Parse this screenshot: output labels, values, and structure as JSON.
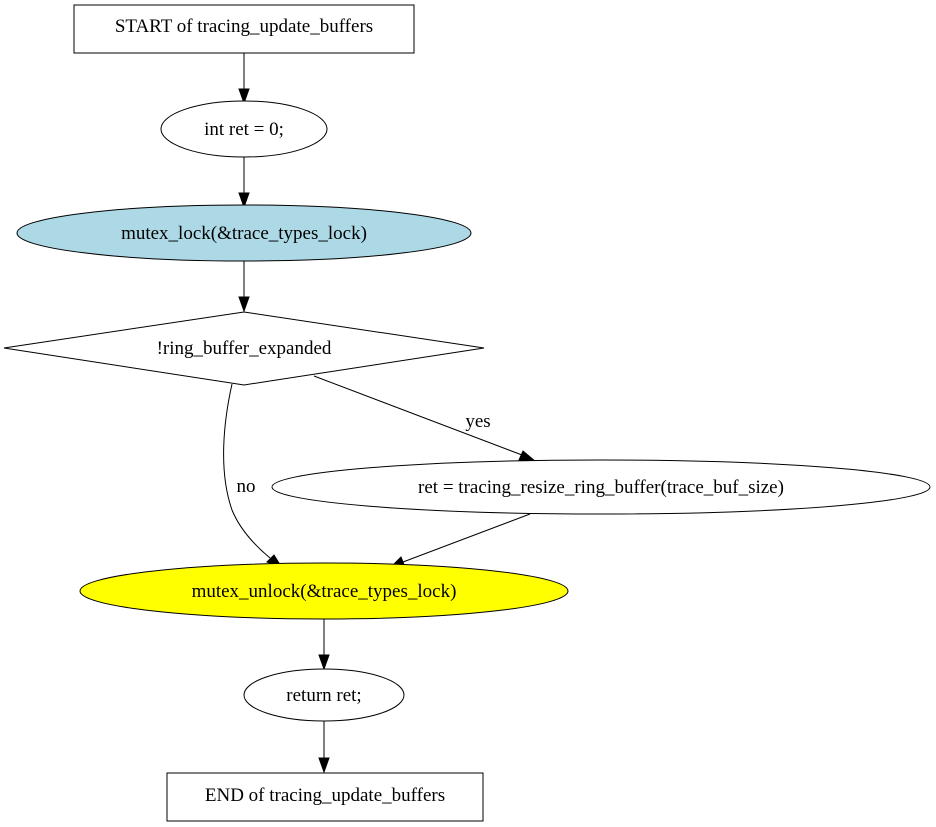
{
  "diagram": {
    "nodes": {
      "start": {
        "label": "START of tracing_update_buffers",
        "shape": "box",
        "fill": "#ffffff"
      },
      "init_ret": {
        "label": "int ret = 0;",
        "shape": "ellipse",
        "fill": "#ffffff"
      },
      "mutex_lock": {
        "label": "mutex_lock(&trace_types_lock)",
        "shape": "ellipse",
        "fill": "#add8e6"
      },
      "condition": {
        "label": "!ring_buffer_expanded",
        "shape": "diamond",
        "fill": "#ffffff"
      },
      "resize": {
        "label": "ret = tracing_resize_ring_buffer(trace_buf_size)",
        "shape": "ellipse",
        "fill": "#ffffff"
      },
      "mutex_unlock": {
        "label": "mutex_unlock(&trace_types_lock)",
        "shape": "ellipse",
        "fill": "#ffff00"
      },
      "return_ret": {
        "label": "return ret;",
        "shape": "ellipse",
        "fill": "#ffffff"
      },
      "end": {
        "label": "END of tracing_update_buffers",
        "shape": "box",
        "fill": "#ffffff"
      }
    },
    "edges": {
      "start_to_init": {
        "from": "start",
        "to": "init_ret",
        "label": ""
      },
      "init_to_lock": {
        "from": "init_ret",
        "to": "mutex_lock",
        "label": ""
      },
      "lock_to_condition": {
        "from": "mutex_lock",
        "to": "condition",
        "label": ""
      },
      "condition_yes": {
        "from": "condition",
        "to": "resize",
        "label": "yes"
      },
      "condition_no": {
        "from": "condition",
        "to": "mutex_unlock",
        "label": "no"
      },
      "resize_to_unlock": {
        "from": "resize",
        "to": "mutex_unlock",
        "label": ""
      },
      "unlock_to_return": {
        "from": "mutex_unlock",
        "to": "return_ret",
        "label": ""
      },
      "return_to_end": {
        "from": "return_ret",
        "to": "end",
        "label": ""
      }
    }
  }
}
